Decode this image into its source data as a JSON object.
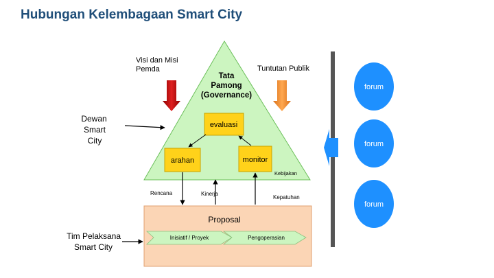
{
  "title": "Hubungan Kelembagaan Smart City",
  "triangle": {
    "apex_line1": "Tata",
    "apex_line2": "Pamong",
    "apex_line3": "(Governance)",
    "evaluasi": "evaluasi",
    "arahan": "arahan",
    "monitor": "monitor",
    "kebijakan": "Kebijakan"
  },
  "inputs": {
    "visi_line1": "Visi dan Misi",
    "visi_line2": "Pemda",
    "tuntutan": "Tuntutan Publik",
    "dewan_line1": "Dewan",
    "dewan_line2": "Smart",
    "dewan_line3": "City",
    "tim_line1": "Tim Pelaksana",
    "tim_line2": "Smart City"
  },
  "flows": {
    "rencana": "Rencana",
    "kinerja": "Kinerja",
    "kepatuhan": "Kepatuhan"
  },
  "proposal": {
    "title": "Proposal",
    "step1": "Inisiatif / Proyek",
    "step2": "Pengoperasian"
  },
  "forums": [
    "forum",
    "forum",
    "forum"
  ],
  "colors": {
    "title": "#1f4e79",
    "triangle": "#ccf5c0",
    "box": "#ffd21a",
    "visi_arrow": "#c00000",
    "tuntutan_arrow": "#f79646",
    "forum": "#1e90ff",
    "proposal": "#fbd5b5"
  }
}
